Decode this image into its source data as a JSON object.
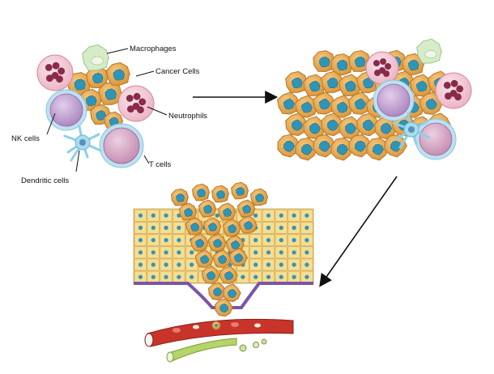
{
  "labels": {
    "macrophages": "Macrophages",
    "cancer_cells": "Cancer Cells",
    "neutrophils": "Neutrophils",
    "nk_cells": "NK cells",
    "t_cells": "T cells",
    "dendritic_cells": "Dendritic cells"
  },
  "colors": {
    "cancer_cell_body": "#e9a94e",
    "cancer_cell_edge": "#b8772a",
    "cancer_nucleus": "#2f95b8",
    "macrophage": "#d6ecc8",
    "neutrophil_body": "#f3c9d4",
    "neutrophil_nucleus": "#8a2a4a",
    "nk_cell": "#c9a8d4",
    "t_cell": "#d8a9c6",
    "dendritic_cell": "#a8dcee",
    "epithelium": "#f2d98a",
    "basement_membrane": "#7a55a8",
    "blood_vessel": "#c9342a",
    "lymph_vessel": "#b6d46a",
    "arrow": "#111111"
  }
}
